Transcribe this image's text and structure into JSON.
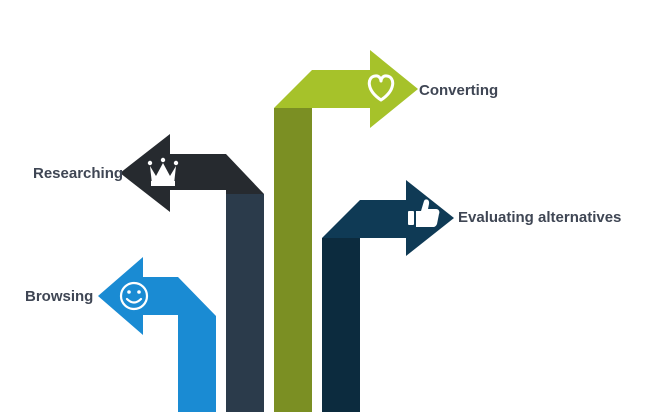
{
  "colors": {
    "browsing": "#1a8bd3",
    "researching_head": "#262a2f",
    "researching_stem": "#2b3b4b",
    "converting_head": "#a6c22a",
    "converting_stem": "#7b8f23",
    "evaluating": "#0f3a55",
    "evaluating_stem": "#0c2b3e",
    "text": "#3f4654"
  },
  "stages": [
    {
      "id": "browsing",
      "label": "Browsing",
      "icon": "smiley-face-icon"
    },
    {
      "id": "researching",
      "label": "Researching",
      "icon": "crown-icon"
    },
    {
      "id": "converting",
      "label": "Converting",
      "icon": "heart-icon"
    },
    {
      "id": "evaluating",
      "label": "Evaluating alternatives",
      "icon": "thumbs-up-icon"
    }
  ]
}
